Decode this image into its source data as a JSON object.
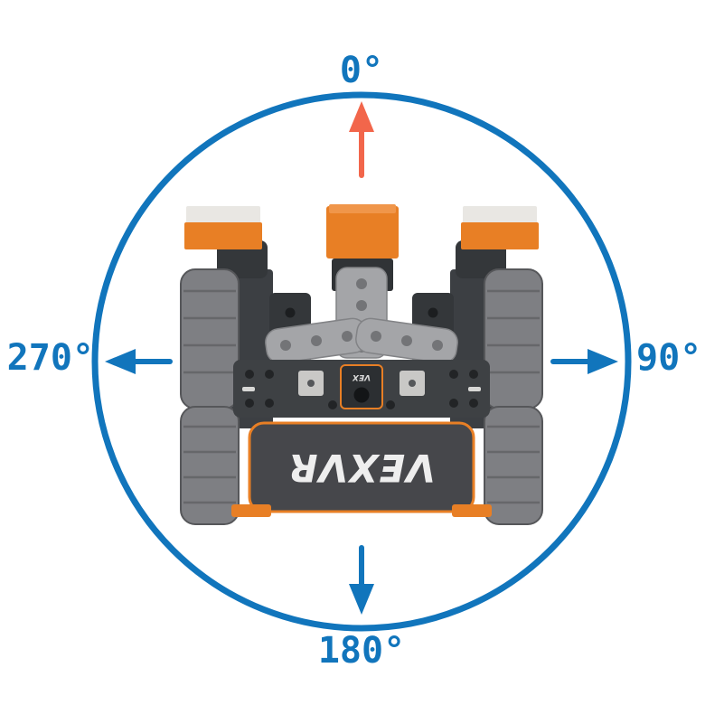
{
  "diagram": {
    "name": "robot-heading-compass",
    "heading_labels": {
      "top": "0°",
      "right": "90°",
      "bottom": "180°",
      "left": "270°"
    },
    "robot": {
      "plate_text": "VEXVR",
      "brain_text": "VEX"
    },
    "colors": {
      "circle_blue": "#1175bc",
      "forward_arrow_orange": "#f2664b",
      "side_arrow_blue": "#1175bc",
      "label_blue": "#1175bc",
      "robot_orange": "#e87f25",
      "robot_dark_gray": "#3e4144",
      "robot_light_gray": "#a4a5a8",
      "background": "#ffffff"
    }
  }
}
